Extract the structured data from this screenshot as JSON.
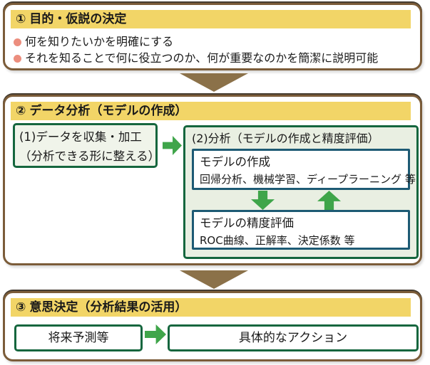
{
  "colors": {
    "frame_border": "#7b5c39",
    "title_highlight": "#f2d567",
    "bullet": "#ec8e7e",
    "green_border": "#15663e",
    "pale_green_fill": "#e9efe2",
    "teal_border": "#1d5a74",
    "green_arrow": "#3fa54a",
    "brown_arrow": "#8b7149"
  },
  "section1": {
    "number": "①",
    "title": "目的・仮説の決定",
    "bullets": [
      "何を知りたいかを明確にする",
      "それを知ることで何に役立つのか、何が重要なのかを簡潔に説明可能"
    ]
  },
  "section2": {
    "number": "②",
    "title": "データ分析（モデルの作成）",
    "step1": {
      "line1": "(1)データを収集・加工",
      "line2": "（分析できる形に整える）"
    },
    "step2": {
      "title": "(2)分析（モデルの作成と精度評価）",
      "model_creation": {
        "title": "モデルの作成",
        "detail": "回帰分析、機械学習、ディープラーニング 等"
      },
      "model_evaluation": {
        "title": "モデルの精度評価",
        "detail": "ROC曲線、正解率、決定係数 等"
      }
    }
  },
  "section3": {
    "number": "③",
    "title": "意思決定（分析結果の活用）",
    "left_box": "将来予測等",
    "right_box": "具体的なアクション"
  }
}
